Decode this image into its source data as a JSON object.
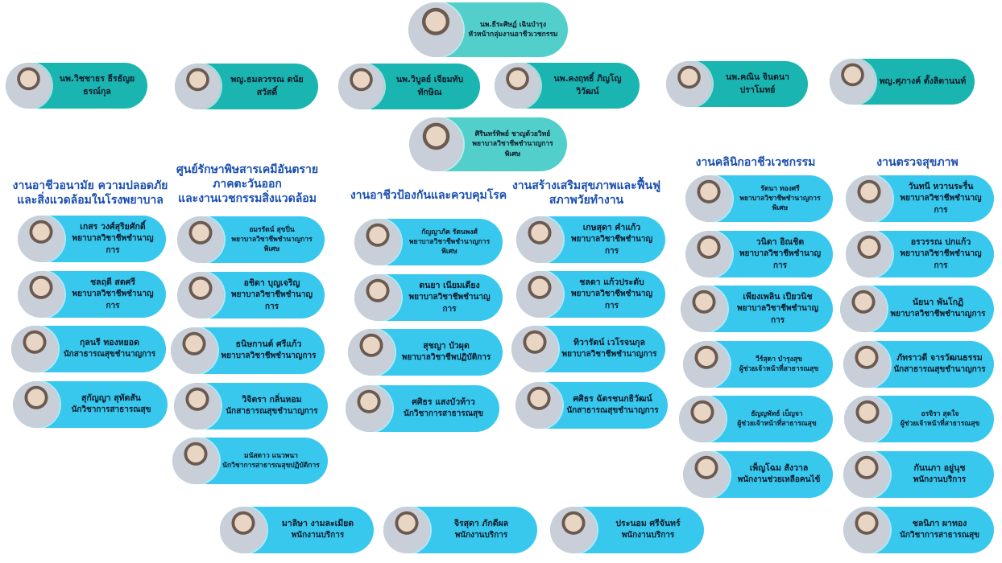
{
  "colors": {
    "head": "#52cfcb",
    "doctor": "#1ab5b0",
    "staff": "#38c8ee",
    "heading": "#1a4fb0"
  },
  "head": {
    "name": "นพ.ธีระศิษฏ์ เฉินบำรุง",
    "position": "หัวหน้ากลุ่มงานอาชีวเวชกรรม"
  },
  "doctors": [
    {
      "name": "นพ.วิชชาธร ธีรธัญยธรณ์กุล"
    },
    {
      "name": "พญ.ธมลวรรณ ดนัยสวัสดิ์"
    },
    {
      "name": "นพ.วิบูลย์ เจียมทับทักษิณ"
    },
    {
      "name": "นพ.คงฤทธิ์ ภิญโญวิวัฒน์"
    },
    {
      "name": "นพ.คณิน จินตนาปราโมทย์"
    },
    {
      "name": "พญ.ศุภางค์ ตั้งลิตานนท์"
    }
  ],
  "head_nurse": {
    "name": "ศิรินทร์ทิพย์ ชาญด้วยวิทย์",
    "position": "พยาบาลวิชาชีพชำนาญการพิเศษ"
  },
  "sections": [
    {
      "title": [
        "งานอาชีวอนามัย ความปลอดภัย",
        "และสิ่งแวดล้อมในโรงพยาบาล"
      ],
      "members": [
        {
          "name": "เกสร วงศ์สุริยศักดิ์",
          "position": "พยาบาลวิชาชีพชำนาญการ"
        },
        {
          "name": "ชลฤดี สดศรี",
          "position": "พยาบาลวิชาชีพชำนาญการ"
        },
        {
          "name": "กุลนรี ทองหยอด",
          "position": "นักสาธารณสุขชำนาญการ"
        },
        {
          "name": "สุกัญญา สุทัดสัน",
          "position": "นักวิชาการสาธารณสุข"
        }
      ]
    },
    {
      "title": [
        "ศูนย์รักษาพิษสารเคมีอันตราย",
        "ภาคตะวันออก",
        "และงานเวชกรรมสิ่งแวดล้อม"
      ],
      "members": [
        {
          "name": "อมรรัตน์ สุขปิ่น",
          "position": "พยาบาลวิชาชีพชำนาญการพิเศษ"
        },
        {
          "name": "อชิดา บุญเจริญ",
          "position": "พยาบาลวิชาชีพชำนาญการ"
        },
        {
          "name": "ธนิษกานต์ ศรีแก้ว",
          "position": "พยาบาลวิชาชีพชำนาญการ"
        },
        {
          "name": "วิจิตรา กลิ่นหอม",
          "position": "นักสาธารณสุขชำนาญการ"
        },
        {
          "name": "มนัสดาว แนวพนา",
          "position": "นักวิชาการสาธารณสุขปฏิบัติการ"
        }
      ]
    },
    {
      "title": [
        "งานอาชีวป้องกันและควบคุมโรค"
      ],
      "members": [
        {
          "name": "กัญญาภัค รัตนพงศ์",
          "position": "พยาบาลวิชาชีพชำนาญการพิเศษ"
        },
        {
          "name": "ดนยา เนียมเดียง",
          "position": "พยาบาลวิชาชีพชำนาญการ"
        },
        {
          "name": "สุชญา บัวผุด",
          "position": "พยาบาลวิชาชีพปฏิบัติการ"
        },
        {
          "name": "ศศิธร แสงบัวท้าว",
          "position": "นักวิชาการสาธารณสุข"
        }
      ]
    },
    {
      "title": [
        "งานสร้างเสริมสุขภาพและฟื้นฟู",
        "สภาพวัยทำงาน"
      ],
      "members": [
        {
          "name": "เกษสุดา คำแก้ว",
          "position": "พยาบาลวิชาชีพชำนาญการ"
        },
        {
          "name": "ชลดา แก้วประดับ",
          "position": "พยาบาลวิชาชีพชำนาญการ"
        },
        {
          "name": "ทิวารัตน์ เวโรจนกุล",
          "position": "พยาบาลวิชาชีพชำนาญการ"
        },
        {
          "name": "ศศิธร ฉัตรชนกธิวัฒน์",
          "position": "นักสาธารณสุขชำนาญการ"
        }
      ]
    },
    {
      "title": [
        "งานคลินิกอาชีวเวชกรรม"
      ],
      "members": [
        {
          "name": "รัตนา ทองศรี",
          "position": "พยาบาลวิชาชีพชำนาญการพิเศษ"
        },
        {
          "name": "วนิดา อิณชิต",
          "position": "พยาบาลวิชาชีพชำนาญการ"
        },
        {
          "name": "เพียงเพลิน เปียวนิช",
          "position": "พยาบาลวิชาชีพชำนาญการ"
        },
        {
          "name": "วีร์สุดา บำรุงสุข",
          "position": "ผู้ช่วยเจ้าหน้าที่สาธารณสุข"
        },
        {
          "name": "ธัญญพัทธ์ เบ็ญจา",
          "position": "ผู้ช่วยเจ้าหน้าที่สาธารณสุข"
        },
        {
          "name": "เพ็ญโฉม สังวาล",
          "position": "พนักงานช่วยเหลือคนไข้"
        }
      ]
    },
    {
      "title": [
        "งานตรวจสุขภาพ"
      ],
      "members": [
        {
          "name": "วันทนี หวานระรื่น",
          "position": "พยาบาลวิชาชีพชำนาญการ"
        },
        {
          "name": "อรวรรณ ปกแก้ว",
          "position": "พยาบาลวิชาชีพชำนาญการ"
        },
        {
          "name": "นัยนา พันโกฏิ",
          "position": "พยาบาลวิชาชีพชำนาญการ"
        },
        {
          "name": "ภัทราวดี จารวัฒนธรรม",
          "position": "นักสาธารณสุขชำนาญการ"
        },
        {
          "name": "อรจิรา สุดใจ",
          "position": "ผู้ช่วยเจ้าหน้าที่สาธารณสุข"
        },
        {
          "name": "กันนภา อยู่นุช",
          "position": "พนักงานบริการ"
        },
        {
          "name": "ชลนิภา ผาทอง",
          "position": "นักวิชาการสาธารณสุข"
        }
      ]
    }
  ],
  "service_staff": [
    {
      "name": "มาลิษา งามละเมียด",
      "position": "พนักงานบริการ"
    },
    {
      "name": "จิรสุดา ภักดีผล",
      "position": "พนักงานบริการ"
    },
    {
      "name": "ประนอม ศรีจันทร์",
      "position": "พนักงานบริการ"
    }
  ]
}
